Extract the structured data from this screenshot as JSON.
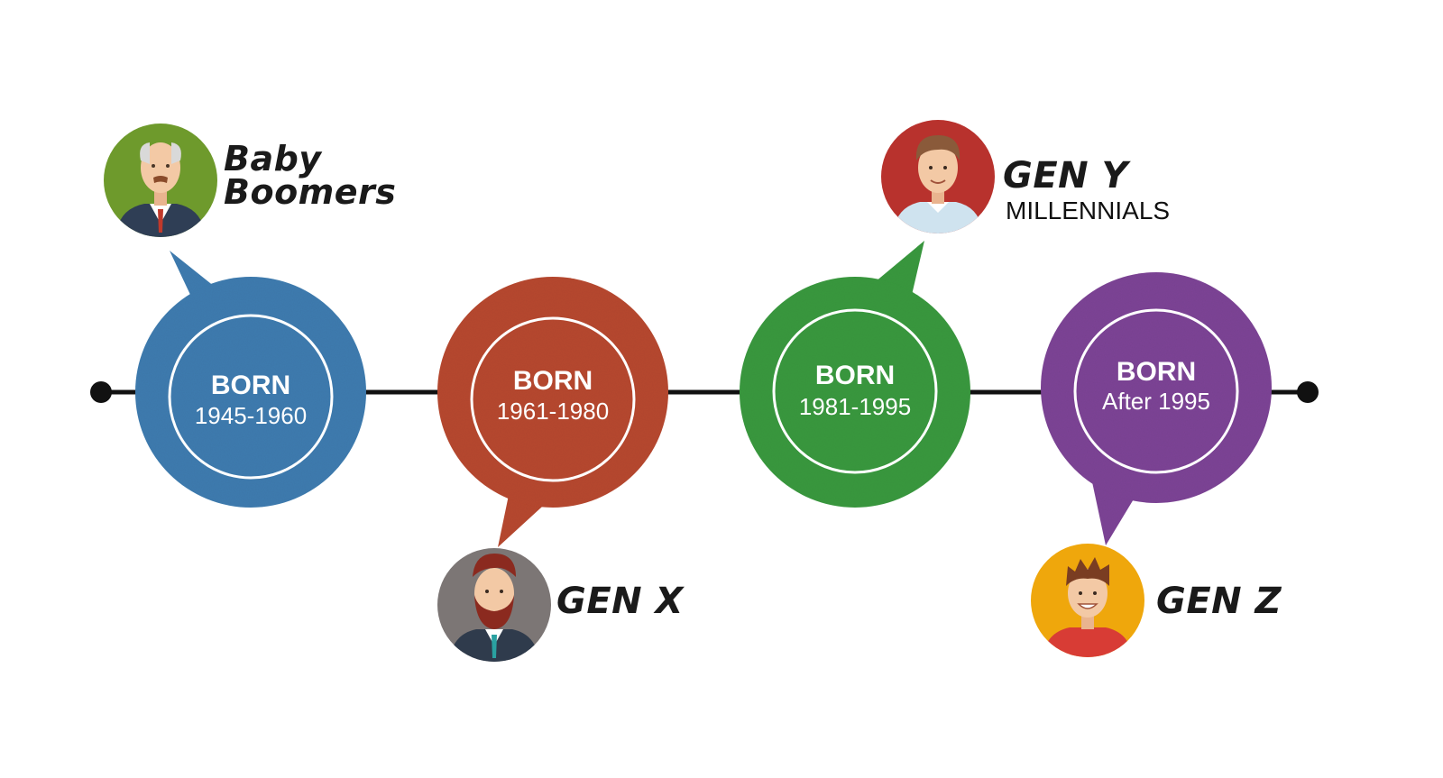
{
  "generations": [
    {
      "name_lines": [
        "Baby",
        "Boomers"
      ],
      "subtitle": "",
      "born_label": "BORN",
      "years": "1945-1960",
      "bubble_color": "#3f7db0",
      "avatar_bg": "#6e9a2c",
      "avatar_icon": "elderly-man-avatar-icon"
    },
    {
      "name_lines": [
        "GEN X"
      ],
      "subtitle": "",
      "born_label": "BORN",
      "years": "1961-1980",
      "bubble_color": "#b84a33",
      "avatar_bg": "#7c7675",
      "avatar_icon": "bearded-man-avatar-icon"
    },
    {
      "name_lines": [
        "GEN Y"
      ],
      "subtitle": "MILLENNIALS",
      "born_label": "BORN",
      "years": "1981-1995",
      "bubble_color": "#3b9a40",
      "avatar_bg": "#b8322d",
      "avatar_icon": "young-man-avatar-icon"
    },
    {
      "name_lines": [
        "GEN Z"
      ],
      "subtitle": "",
      "born_label": "BORN",
      "years": "After 1995",
      "bubble_color": "#7e4596",
      "avatar_bg": "#efa70c",
      "avatar_icon": "teen-boy-avatar-icon"
    }
  ],
  "timeline": {
    "line_color": "#111111"
  }
}
